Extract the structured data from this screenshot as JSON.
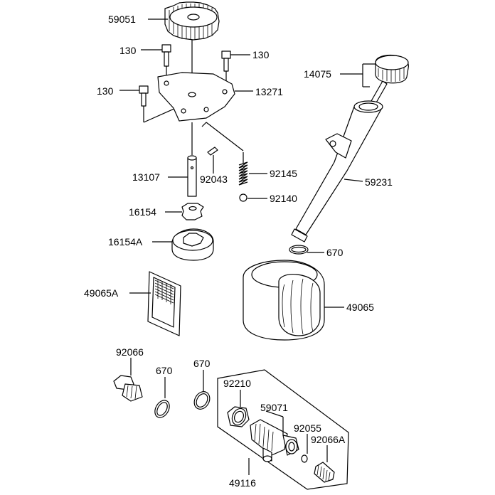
{
  "labels": {
    "gear": "59051",
    "bolt_a": "130",
    "bolt_b": "130",
    "bolt_c": "130",
    "cover": "13271",
    "shaft": "13107",
    "pin": "92043",
    "spring": "92145",
    "ball": "92140",
    "rotor_inner": "16154",
    "rotor_outer": "16154A",
    "gauge": "14075",
    "pipe": "59231",
    "oring_pipe": "670",
    "screen": "49065A",
    "filter": "49065",
    "plug": "92066",
    "oring_plug": "670",
    "oring_fitting": "670",
    "nut": "92210",
    "fitting": "59071",
    "washer": "92055",
    "plug_small": "92066A",
    "assembly": "49116"
  }
}
